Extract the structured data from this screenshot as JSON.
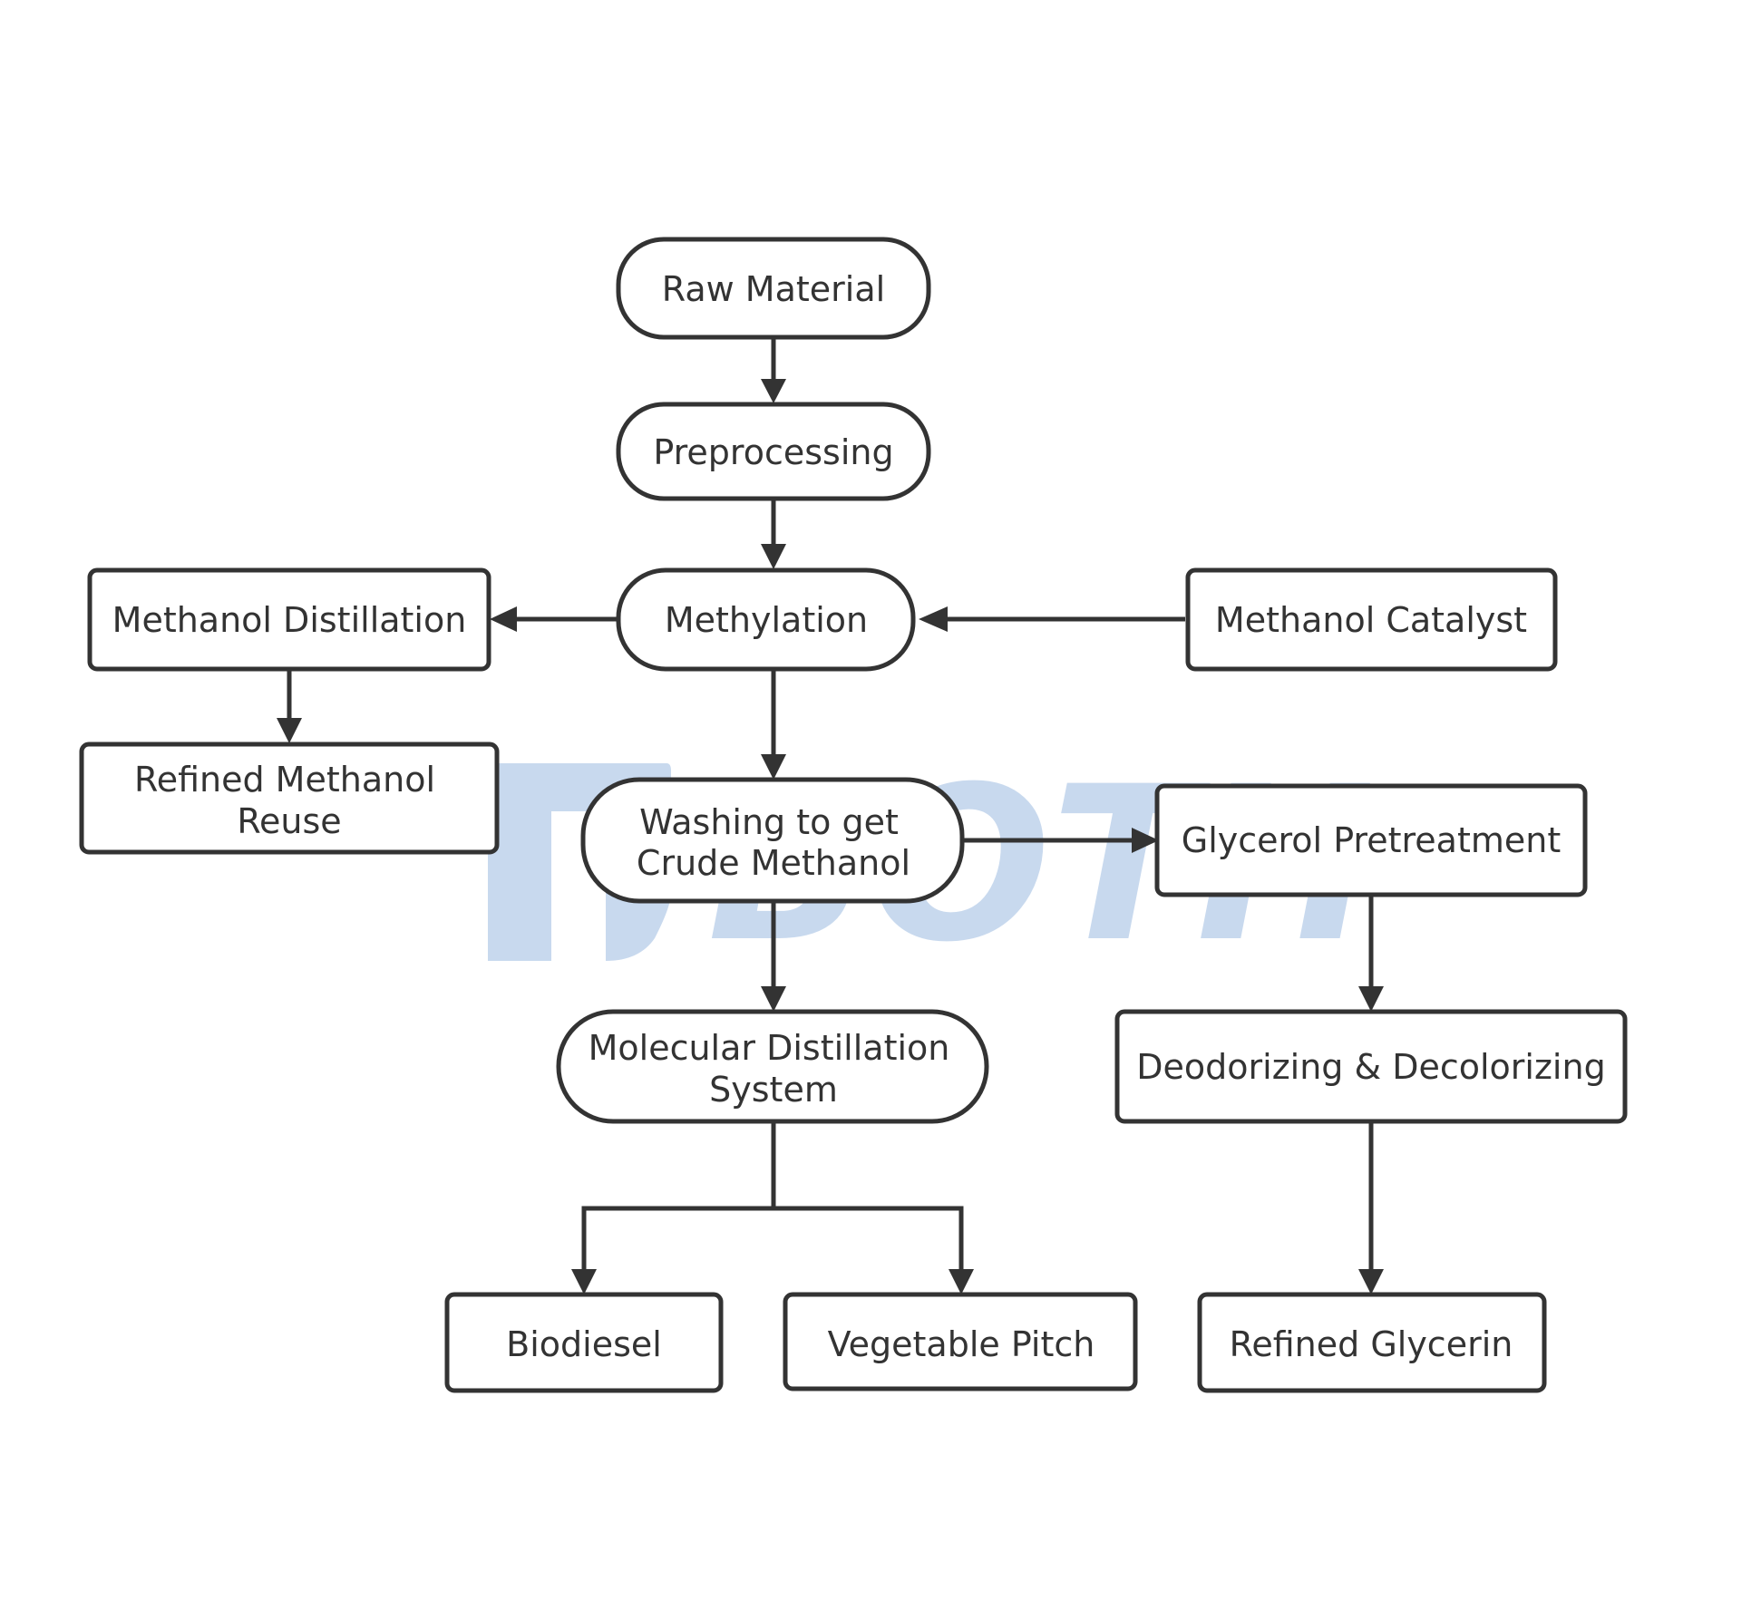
{
  "watermark": {
    "text": "BOTH",
    "color": "#c8d9ee"
  },
  "colors": {
    "stroke": "#333333",
    "background": "#ffffff"
  },
  "nodes": {
    "raw_material": {
      "lines": [
        "Raw Material"
      ]
    },
    "preprocessing": {
      "lines": [
        "Preprocessing"
      ]
    },
    "methylation": {
      "lines": [
        "Methylation"
      ]
    },
    "methanol_distillation": {
      "lines": [
        "Methanol Distillation"
      ]
    },
    "methanol_catalyst": {
      "lines": [
        "Methanol Catalyst"
      ]
    },
    "refined_methanol_reuse": {
      "lines": [
        "Refined Methanol",
        "Reuse"
      ]
    },
    "washing": {
      "lines": [
        "Washing to get",
        "Crude Methanol"
      ]
    },
    "glycerol_pretreatment": {
      "lines": [
        "Glycerol Pretreatment"
      ]
    },
    "molecular_distillation": {
      "lines": [
        "Molecular Distillation",
        "System"
      ]
    },
    "deodorizing": {
      "lines": [
        "Deodorizing & Decolorizing"
      ]
    },
    "biodiesel": {
      "lines": [
        "Biodiesel"
      ]
    },
    "vegetable_pitch": {
      "lines": [
        "Vegetable Pitch"
      ]
    },
    "refined_glycerin": {
      "lines": [
        "Refined Glycerin"
      ]
    }
  }
}
